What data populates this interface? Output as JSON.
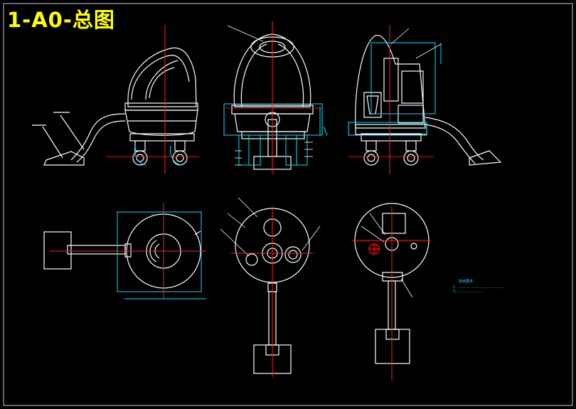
{
  "drawing": {
    "title": "1-A0-总图",
    "title_color": "#FFFF00",
    "colors": {
      "outline": "#FFFFFF",
      "centerline": "#FF2020",
      "dimension": "#00E5FF",
      "annotation": "#FFFFFF",
      "accent": "#FF0000",
      "frame": "#C8C8C8",
      "background": "#000000"
    },
    "notes": {
      "heading": "技术要求",
      "line1": "1. ..........................................",
      "line2": "2. ......................"
    }
  }
}
